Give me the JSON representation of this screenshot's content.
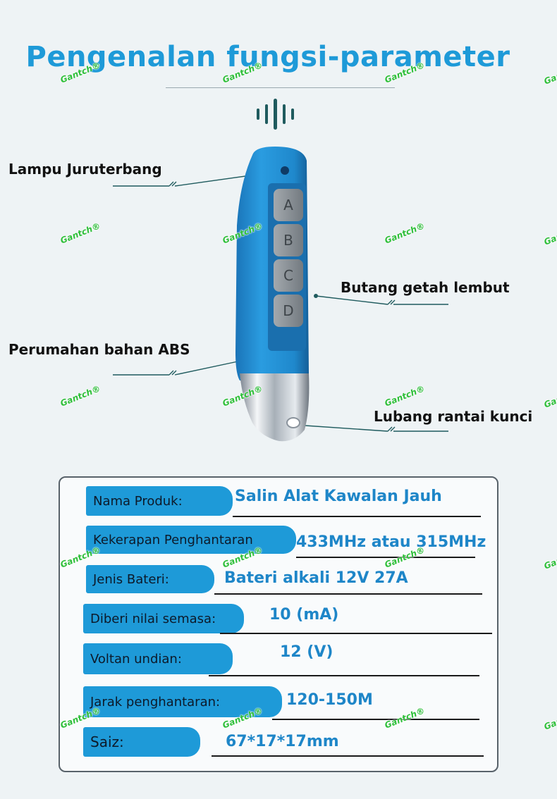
{
  "title": "Pengenalan fungsi-parameter",
  "callouts": {
    "pilot_light": "Lampu Juruterbang",
    "housing": "Perumahan bahan ABS",
    "button": "Butang getah lembut",
    "keyring_hole": "Lubang rantai kunci"
  },
  "remote": {
    "buttons": [
      "A",
      "B",
      "C",
      "D"
    ],
    "body_color": "#1f8fd6",
    "button_color": "#7a7f84"
  },
  "specs": [
    {
      "label": "Nama Produk:",
      "value": "Salin Alat Kawalan Jauh"
    },
    {
      "label": "Kekerapan Penghantaran",
      "value": "433MHz atau 315MHz"
    },
    {
      "label": "Jenis Bateri:",
      "value": "Bateri alkali 12V 27A"
    },
    {
      "label": "Diberi nilai semasa:",
      "value": "10 (mA)"
    },
    {
      "label": "Voltan undian:",
      "value": "12 (V)"
    },
    {
      "label": "Jarak penghantaran:",
      "value": "120-150M"
    },
    {
      "label": "Saiz:",
      "value": "67*17*17mm"
    }
  ],
  "watermark": "Gantch®",
  "colors": {
    "accent": "#1e9ad8",
    "watermark": "#2fbf3a"
  }
}
